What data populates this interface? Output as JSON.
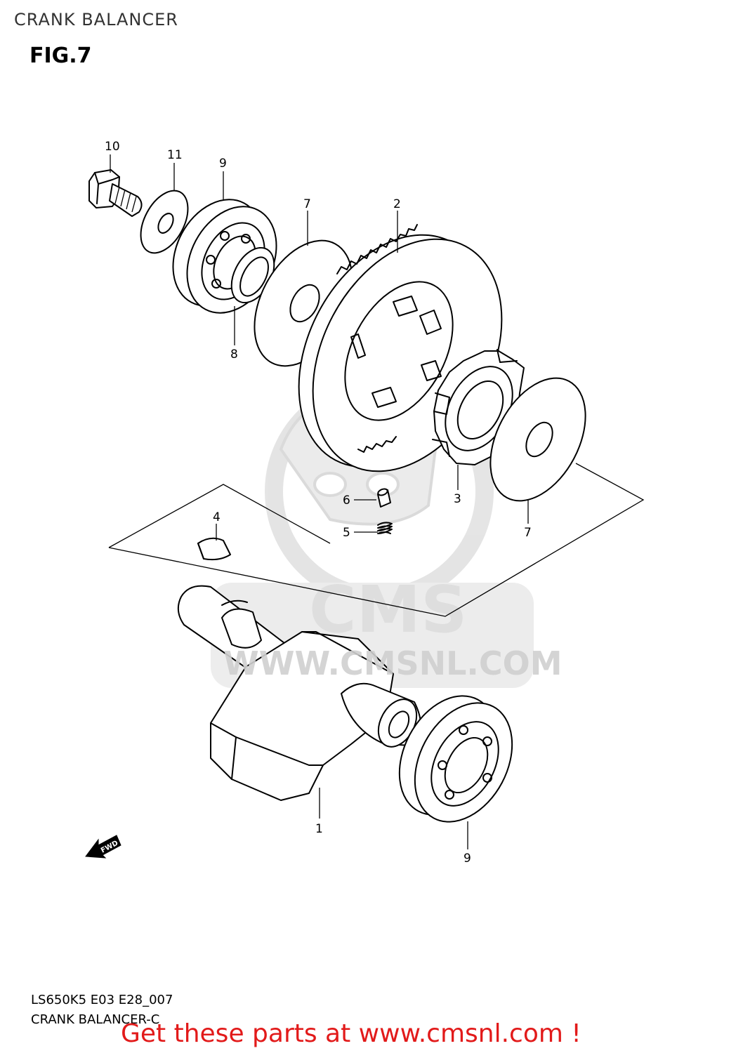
{
  "header": {
    "title": "CRANK BALANCER"
  },
  "figure": {
    "label": "FIG.7"
  },
  "callouts": {
    "c1": "1",
    "c2": "2",
    "c3": "3",
    "c4": "4",
    "c5": "5",
    "c6": "6",
    "c7a": "7",
    "c7b": "7",
    "c8": "8",
    "c9a": "9",
    "c9b": "9",
    "c10": "10",
    "c11": "11"
  },
  "fwd_label": "FWD",
  "watermark": {
    "brand": "CMS",
    "domain": "WWW.CMSNL.COM"
  },
  "footer": {
    "code": "LS650K5 E03 E28_007",
    "title": "CRANK BALANCER-C",
    "promo": "Get these parts at www.cmsnl.com !"
  }
}
